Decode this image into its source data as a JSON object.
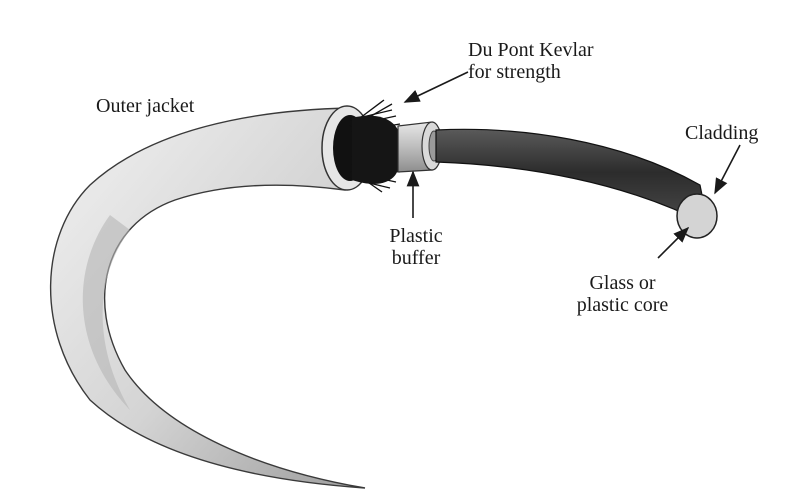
{
  "labels": {
    "kevlar_line1": "Du Pont Kevlar",
    "kevlar_line2": "for strength",
    "outer_jacket": "Outer jacket",
    "cladding": "Cladding",
    "plastic_buffer_line1": "Plastic",
    "plastic_buffer_line2": "buffer",
    "core_line1": "Glass or",
    "core_line2": "plastic core"
  },
  "colors": {
    "jacket_light": "#efefef",
    "jacket_dark": "#a9a9a9",
    "kevlar": "#111111",
    "buffer": "#cfcfcf",
    "cladding": "#3a3a3a",
    "core_end": "#d6d6d6",
    "ink": "#1a1a1a"
  }
}
